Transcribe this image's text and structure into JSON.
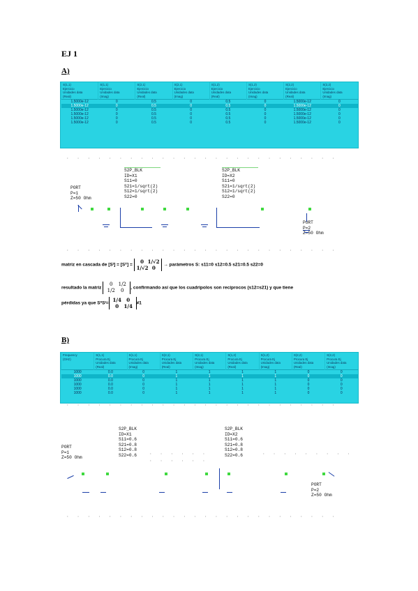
{
  "title": "EJ 1",
  "section_a": {
    "label": "A)",
    "table": {
      "headers": [
        "S(1,1)\nEjercicio\nUnidades data\n(Real)",
        "S(1,1)\nEjercicio\nUnidades data\n(Imag)",
        "S(2,1)\nEjercicio\nUnidades data\n(Real)",
        "S(2,1)\nEjercicio\nUnidades data\n(Imag)",
        "S(1,2)\nEjercicio\nUnidades data\n(Real)",
        "S(1,2)\nEjercicio\nUnidades data\n(Imag)",
        "S(2,2)\nEjercicio\nUnidades data\n(Real)",
        "S(2,2)\nEjercicio\nUnidades data\n(Imag)"
      ],
      "rows": [
        [
          "1.5000e-12",
          "0",
          "0.5",
          "0",
          "0.5",
          "0",
          "1.5000e-12",
          "0"
        ],
        [
          "1.5000e-12",
          "0",
          "0.5",
          "0",
          "0.5",
          "0",
          "1.5000e-12",
          "0"
        ],
        [
          "1.5000e-12",
          "0",
          "0.5",
          "0",
          "0.5",
          "0",
          "1.5000e-12",
          "0"
        ],
        [
          "1.5000e-12",
          "0",
          "0.5",
          "0",
          "0.5",
          "0",
          "1.5000e-12",
          "0"
        ],
        [
          "1.5000e-12",
          "0",
          "0.5",
          "0",
          "0.5",
          "0",
          "1.5000e-12",
          "0"
        ],
        [
          "1.5000e-12",
          "0",
          "0.5",
          "0",
          "0.5",
          "0",
          "1.5000e-12",
          "0"
        ]
      ],
      "selected_row": 1
    },
    "schematic": {
      "block1": [
        "S2P_BLK",
        "ID=X1",
        "S11=0",
        "S21=1/sqrt(2)",
        "S12=1/sqrt(2)",
        "S22=0"
      ],
      "block2": [
        "S2P_BLK",
        "ID=X2",
        "S11=0",
        "S21=1/sqrt(2)",
        "S12=1/sqrt(2)",
        "S22=0"
      ],
      "port_left": [
        "PORT",
        "P=1",
        "Z=50 Ohm"
      ],
      "port_right": [
        "PORT",
        "P=2",
        "Z=50 Ohm"
      ]
    },
    "text1_prefix": "matriz en cascada de [Sᵗ] = [Sᵀ] =",
    "matrix1": [
      [
        "0",
        "1/√2"
      ],
      [
        "1/√2",
        "0"
      ]
    ],
    "text1_suffix": "→ parámetros S: s11=0   s12=0.5   s21=0.5   s22=0",
    "text2_prefix": "resultado la matriz",
    "matrix2": [
      [
        "0",
        "1/2"
      ],
      [
        "1/2",
        "0"
      ]
    ],
    "text2_suffix": ", confirmando así que los cuadripolos son recíprocos (s12=s21) y que tiene",
    "text3_prefix": "pérdidas ya que S*Sᵗ=",
    "matrix3": [
      [
        "1/4",
        "0"
      ],
      [
        "0",
        "1/4"
      ]
    ],
    "text3_suffix": "≠1"
  },
  "section_b": {
    "label": "B)",
    "table": {
      "headers": [
        "Frequency\n(GHz)",
        "S(1,1)\nProcura Ej\nUnidades data\n(Real)",
        "S(1,1)\nProcura Ej\nUnidades data\n(Imag)",
        "S(2,1)\nProcura Ej\nUnidades data\n(Real)",
        "S(2,1)\nProcura Ej\nUnidades data\n(Imag)",
        "S(1,2)\nProcura Ej\nUnidades data\n(Real)",
        "S(1,2)\nProcura Ej\nUnidades data\n(Imag)",
        "S(2,2)\nProcura Ej\nUnidades data\n(Real)",
        "S(2,2)\nProcura Ej\nUnidades data\n(Imag)"
      ],
      "rows": [
        [
          "1000",
          "0.0",
          "0",
          "1",
          "1",
          "1",
          "1",
          "0",
          "0"
        ],
        [
          "1000",
          "0.0",
          "0",
          "1",
          "1",
          "1",
          "1",
          "0",
          "0"
        ],
        [
          "1000",
          "0.0",
          "0",
          "1",
          "1",
          "1",
          "1",
          "0",
          "0"
        ],
        [
          "1000",
          "0.0",
          "0",
          "1",
          "1",
          "1",
          "1",
          "0",
          "0"
        ],
        [
          "1000",
          "0.0",
          "0",
          "1",
          "1",
          "1",
          "1",
          "0",
          "0"
        ],
        [
          "1000",
          "0.0",
          "0",
          "1",
          "1",
          "1",
          "1",
          "0",
          "0"
        ]
      ],
      "selected_row": 1
    },
    "schematic": {
      "block1": [
        "S2P_BLK",
        "ID=X1",
        "S11=0.6",
        "S21=0.8",
        "S12=0.8",
        "S22=0.6"
      ],
      "block2": [
        "S2P_BLK",
        "ID=X2",
        "S11=0.6",
        "S21=0.8",
        "S12=0.8",
        "S22=0.6"
      ],
      "port_left": [
        "PORT",
        "P=1",
        "Z=50 Ohm"
      ],
      "port_right": [
        "PORT",
        "P=2",
        "Z=50 Ohm"
      ]
    }
  },
  "colors": {
    "table_bg": "#29d3e3",
    "selected_row": "#0fb5c9",
    "wire": "#1a3ea8",
    "node": "#3fd93f"
  }
}
